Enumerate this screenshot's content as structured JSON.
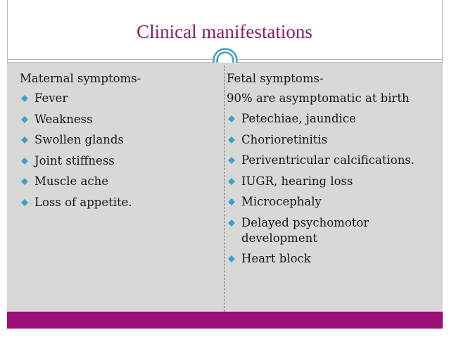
{
  "title": "Clinical manifestations",
  "icons": {
    "title_badge": "double-ring-circle-icon",
    "bullet": "diamond-bullet-icon"
  },
  "colors": {
    "title": "#8b1b6b",
    "accent_bar": "#9c0f79",
    "badge_ring": "#4b9dc2",
    "bullet": "#3b9ecf",
    "content_background": "#d8d8d8"
  },
  "maternal": {
    "heading": "Maternal symptoms-",
    "items": [
      "Fever",
      "Weakness",
      "Swollen glands",
      "Joint stiffness",
      "Muscle ache",
      "Loss of appetite."
    ]
  },
  "fetal": {
    "heading": "Fetal symptoms-",
    "subheading": "90% are asymptomatic at birth",
    "items": [
      "Petechiae, jaundice",
      "Chorioretinitis",
      "Periventricular calcifications.",
      "IUGR, hearing loss",
      "Microcephaly",
      "Delayed psychomotor development",
      "Heart block"
    ]
  }
}
